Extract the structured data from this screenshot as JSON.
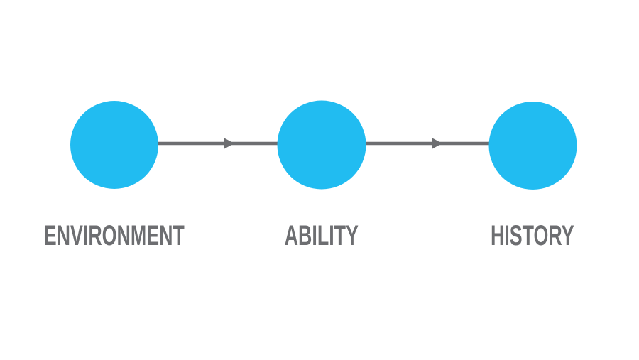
{
  "diagram": {
    "type": "flow",
    "nodes": [
      {
        "label": "ENVIRONMENT"
      },
      {
        "label": "ABILITY"
      },
      {
        "label": "HISTORY"
      }
    ],
    "connectors": [
      {
        "from": "ENVIRONMENT",
        "to": "ABILITY",
        "style": "arrow-right"
      },
      {
        "from": "ABILITY",
        "to": "HISTORY",
        "style": "arrow-right"
      }
    ],
    "colors": {
      "node_fill": "#21bcf1",
      "connector": "#6d6e71",
      "label_text": "#6d6e71",
      "background": "#ffffff"
    }
  }
}
